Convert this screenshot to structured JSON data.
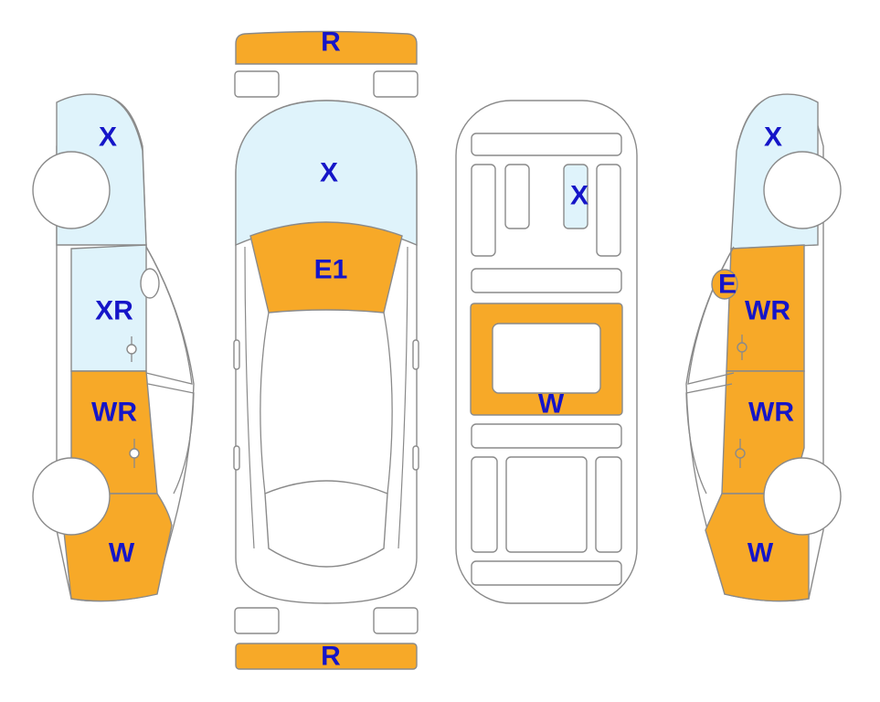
{
  "colors": {
    "heavy": "#f7a928",
    "light": "#dff3fb",
    "label": "#1515c8",
    "stroke": "#8a8a8a"
  },
  "labels": {
    "front_bumper": "R",
    "rear_bumper": "R",
    "hood": "X",
    "windshield": "E1",
    "roof_panel": "X",
    "roof_main": "W",
    "left_front_fender": "X",
    "left_front_door": "XR",
    "left_rear_door": "WR",
    "left_rear_quarter": "W",
    "right_front_fender": "X",
    "right_mirror": "E",
    "right_front_door": "WR",
    "right_rear_door": "WR",
    "right_rear_quarter": "W"
  }
}
